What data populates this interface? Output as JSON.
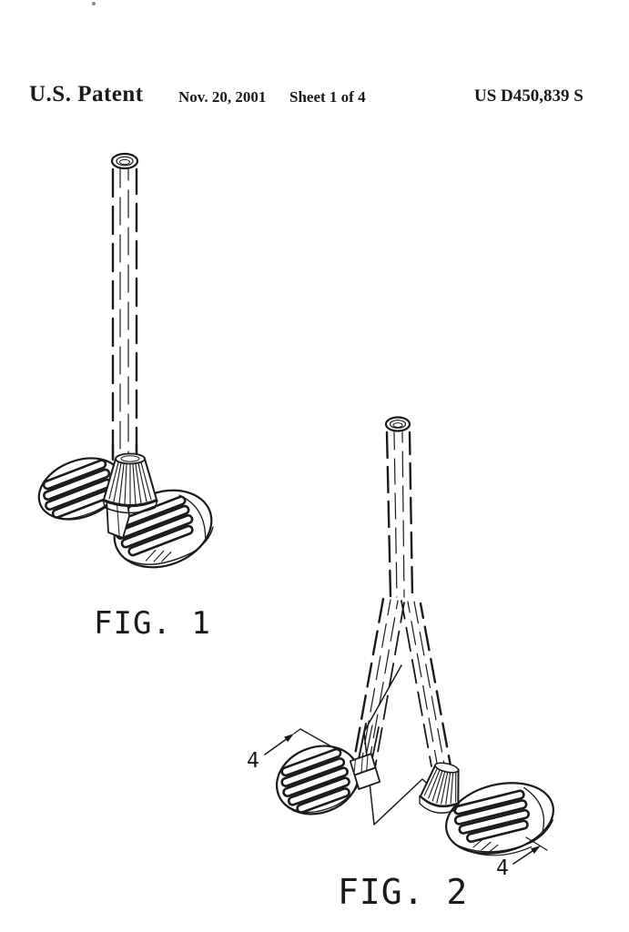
{
  "header": {
    "patent_label": "U.S. Patent",
    "date": "Nov. 20, 2001",
    "sheet": "Sheet 1 of 4",
    "patent_number": "US D450,839 S"
  },
  "figure1": {
    "label": "FIG. 1"
  },
  "figure2": {
    "label": "FIG. 2",
    "ref_left": "4",
    "ref_right": "4"
  },
  "colors": {
    "ink": "#1a1a1a",
    "paper": "#ffffff"
  }
}
